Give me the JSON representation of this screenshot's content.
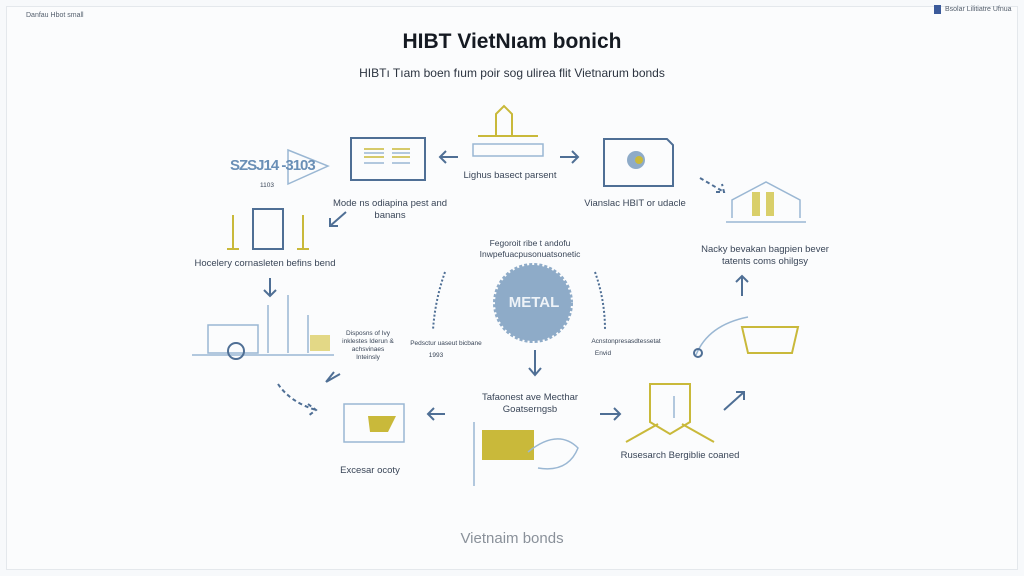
{
  "header": {
    "corner_left": "Danfau Hbot small",
    "corner_right": "Bsolar Lilitiatre Ufnua",
    "title": "HIBT VietNıam bonich",
    "subtitle": "HIBTı Tıam boen fıum poir sog ulirea flit Vietnarum bonds"
  },
  "nodes": {
    "banner_code": "SZSJ14 -3103",
    "banner_sub": "1103",
    "document": "Mode ns odiapina pest and banans",
    "building_top": "Lighus basect parsent",
    "screen": "Vianslac HBIT or udacle",
    "bank_right": "Nacky bevakan bagpien bever tatents coms ohilgsy",
    "scales": "Hocelery cornasleten befins bend",
    "center_heading": "Fegoroit ribe t andofu Inwpefuacpusonuatsonetic",
    "center_badge": "METAL",
    "left_small": "Disposns of Ivy inklestes Iderun & achsvinaes Inteinsly",
    "mid_left_small": "Pedsctur uaseut bicbane",
    "mid_left_small2": "1993",
    "mid_right_small": "Acnstonpresasdtessetat",
    "mid_right_small2": "Envid",
    "bottom_center": "Tafaonest ave Mecthar Goatserngsb",
    "shield": "Rusesarch Bergiblie coaned",
    "monitor": "Excesar ocoty"
  },
  "footer": {
    "text": "Vietnaim bonds"
  },
  "colors": {
    "blue": "#4f6f95",
    "light_blue": "#9ab7d3",
    "gold": "#c9b93a",
    "badge": "#8eabc8"
  }
}
